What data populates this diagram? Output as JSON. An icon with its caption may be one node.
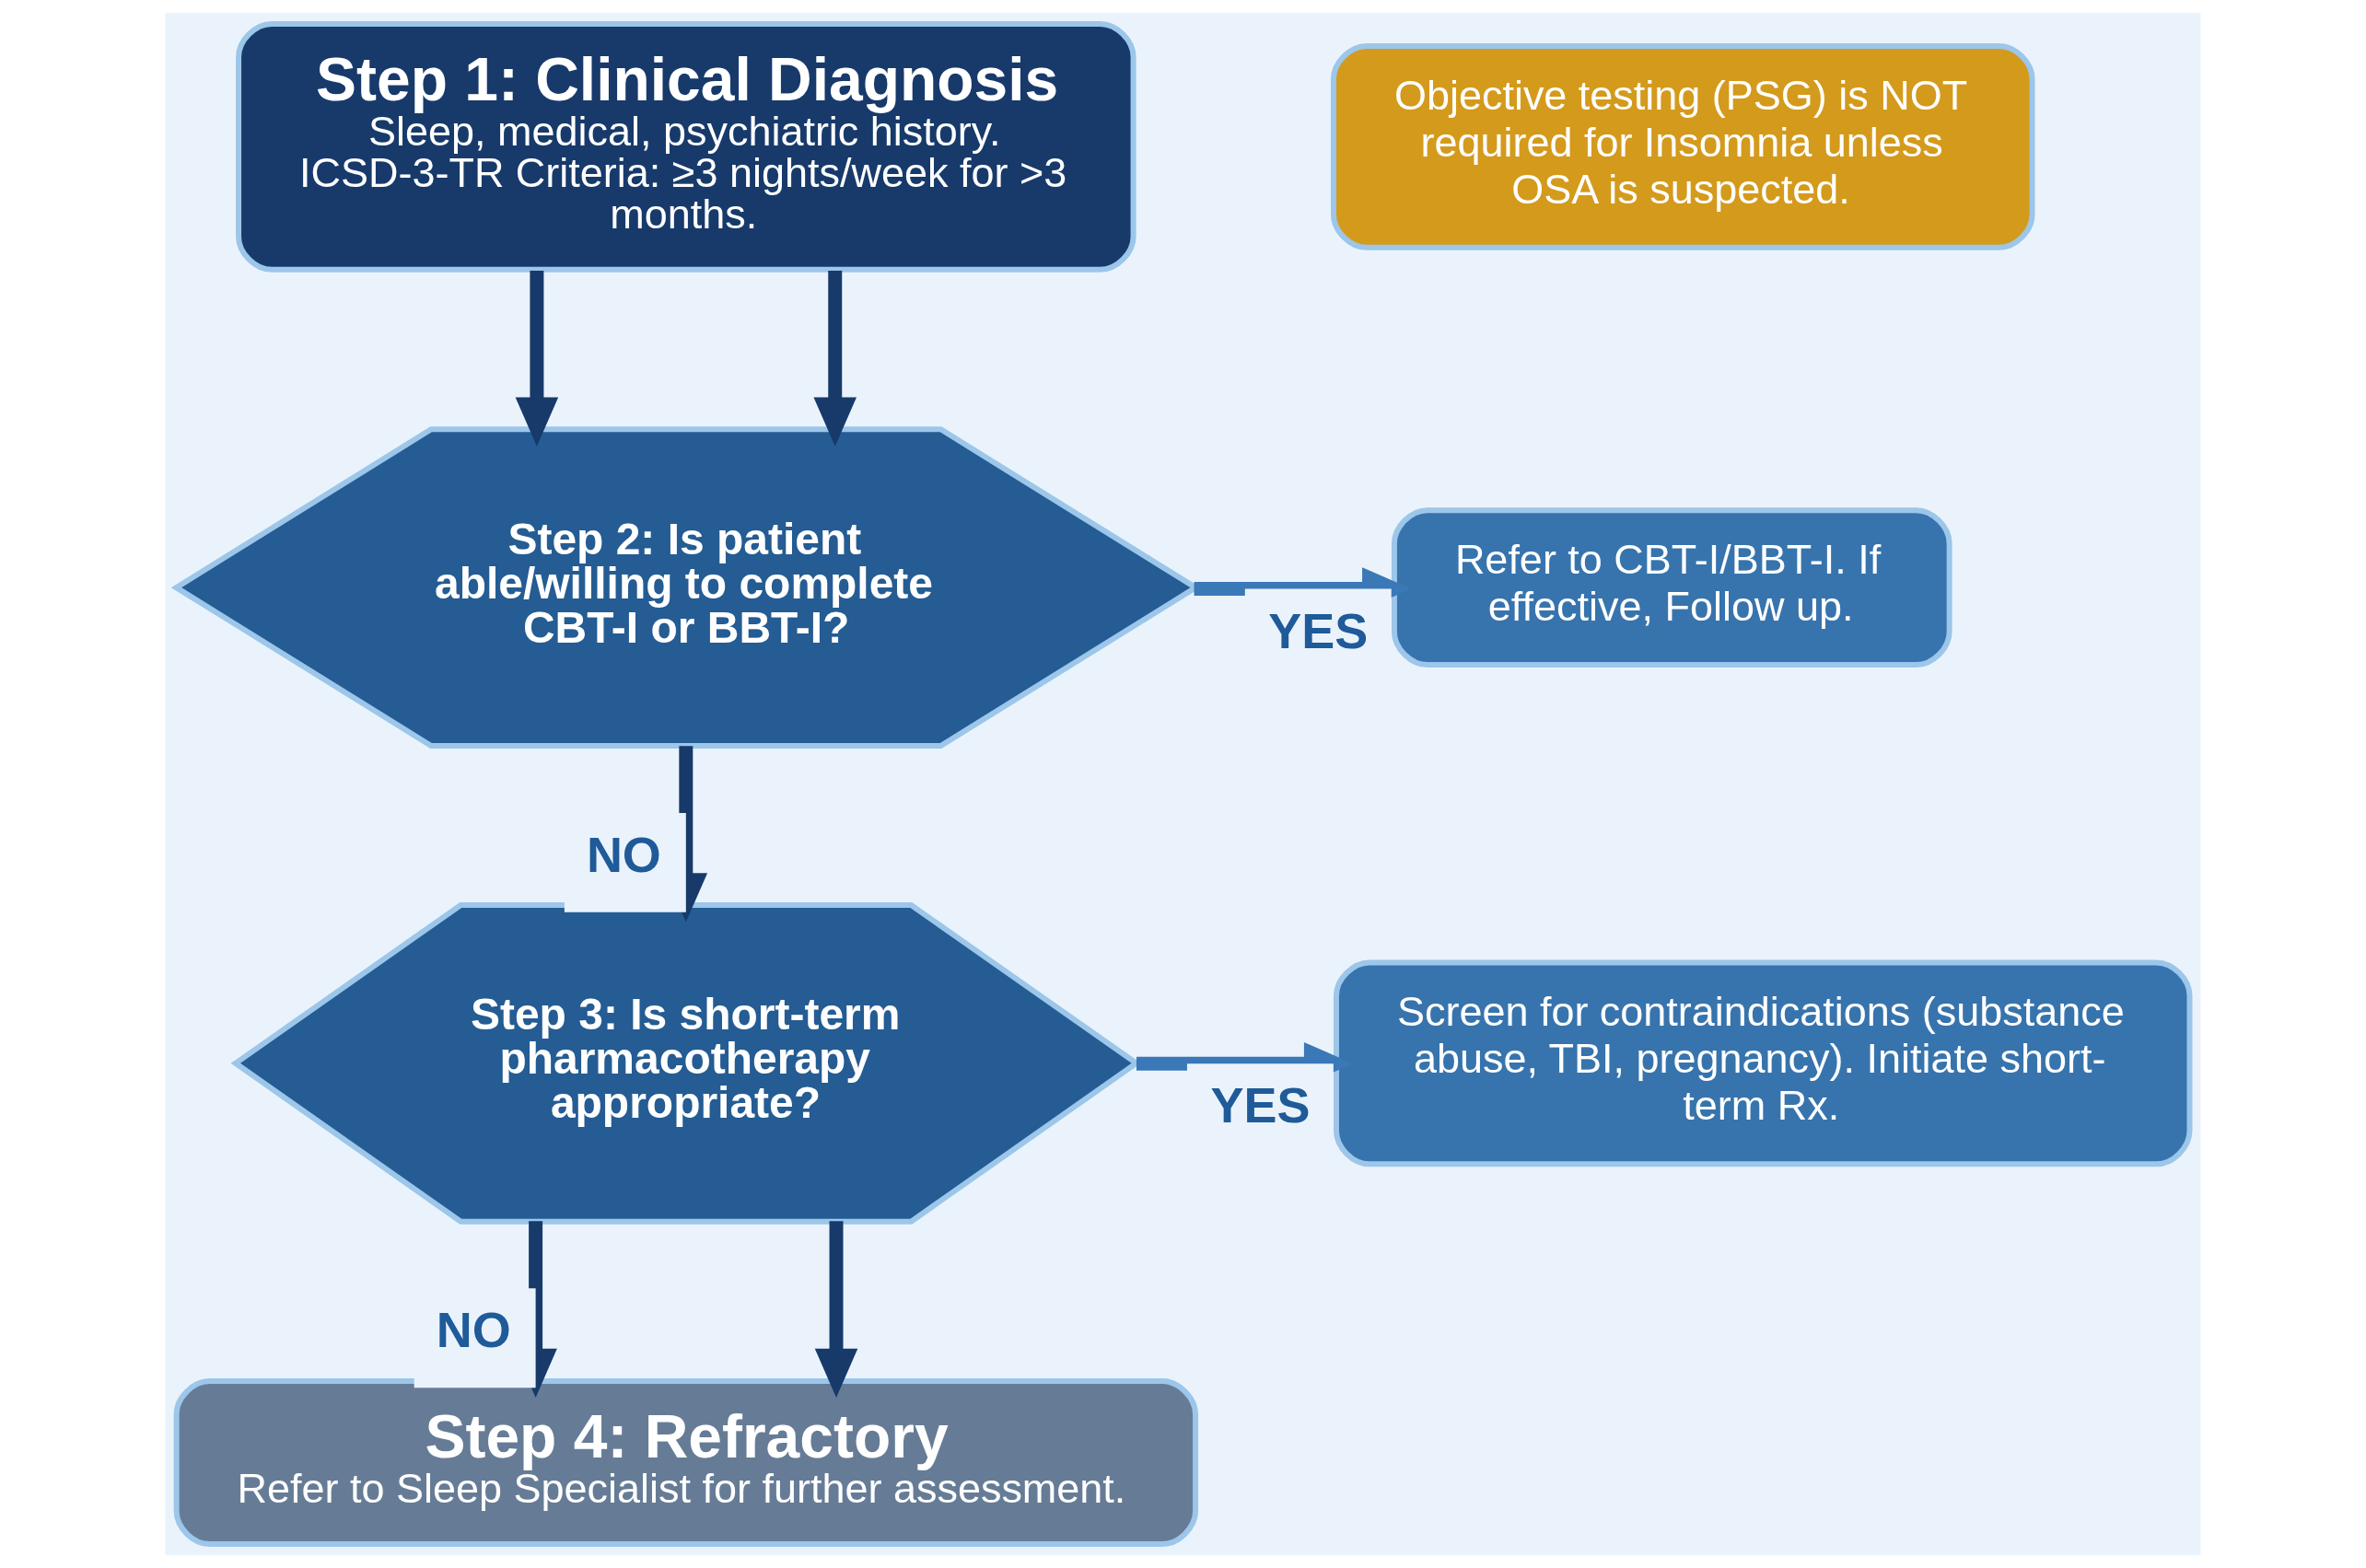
{
  "diagram": {
    "nodes": [
      {
        "text": [
          "Step 1: Clinical Diagnosis",
          "Sleep, medical, psychiatric history. ICSD-3-TR Criteria: ≥3 nights/week for >3 months."
        ]
      },
      {
        "text": [
          "Objective testing (PSG) is NOT required for Insomnia unless OSA is suspected."
        ]
      },
      {
        "text": [
          "Step 2: Is patient able/willing to complete CBT-I or BBT-I?"
        ]
      },
      {
        "text": [
          "Refer to CBT-I/BBT-I. If effective, Follow up."
        ]
      },
      {
        "text": [
          "Step 3: Is short-term pharmacotherapy appropriate?"
        ]
      },
      {
        "text": [
          "Screen for contraindications (substance abuse, TBI, pregnancy). Initiate short-term Rx."
        ]
      },
      {
        "text": [
          "Step 4: Refractory",
          "Refer to Sleep Specialist for further assessment."
        ]
      }
    ],
    "edges": [
      {
        "from": 0,
        "to": 2,
        "arrow": "to"
      },
      {
        "from": 0,
        "to": 2,
        "arrow": "to"
      },
      {
        "from": 2,
        "to": 3,
        "label": "YES",
        "arrow": "to",
        "color": "#3a78b8"
      },
      {
        "from": 2,
        "to": 4,
        "label": "NO",
        "arrow": "to"
      },
      {
        "from": 4,
        "to": 5,
        "label": "YES",
        "arrow": "to",
        "color": "#3a78b8"
      },
      {
        "from": 4,
        "to": 6,
        "label": "NO",
        "arrow": "to"
      },
      {
        "from": 4,
        "to": 6,
        "arrow": "to"
      }
    ]
  }
}
